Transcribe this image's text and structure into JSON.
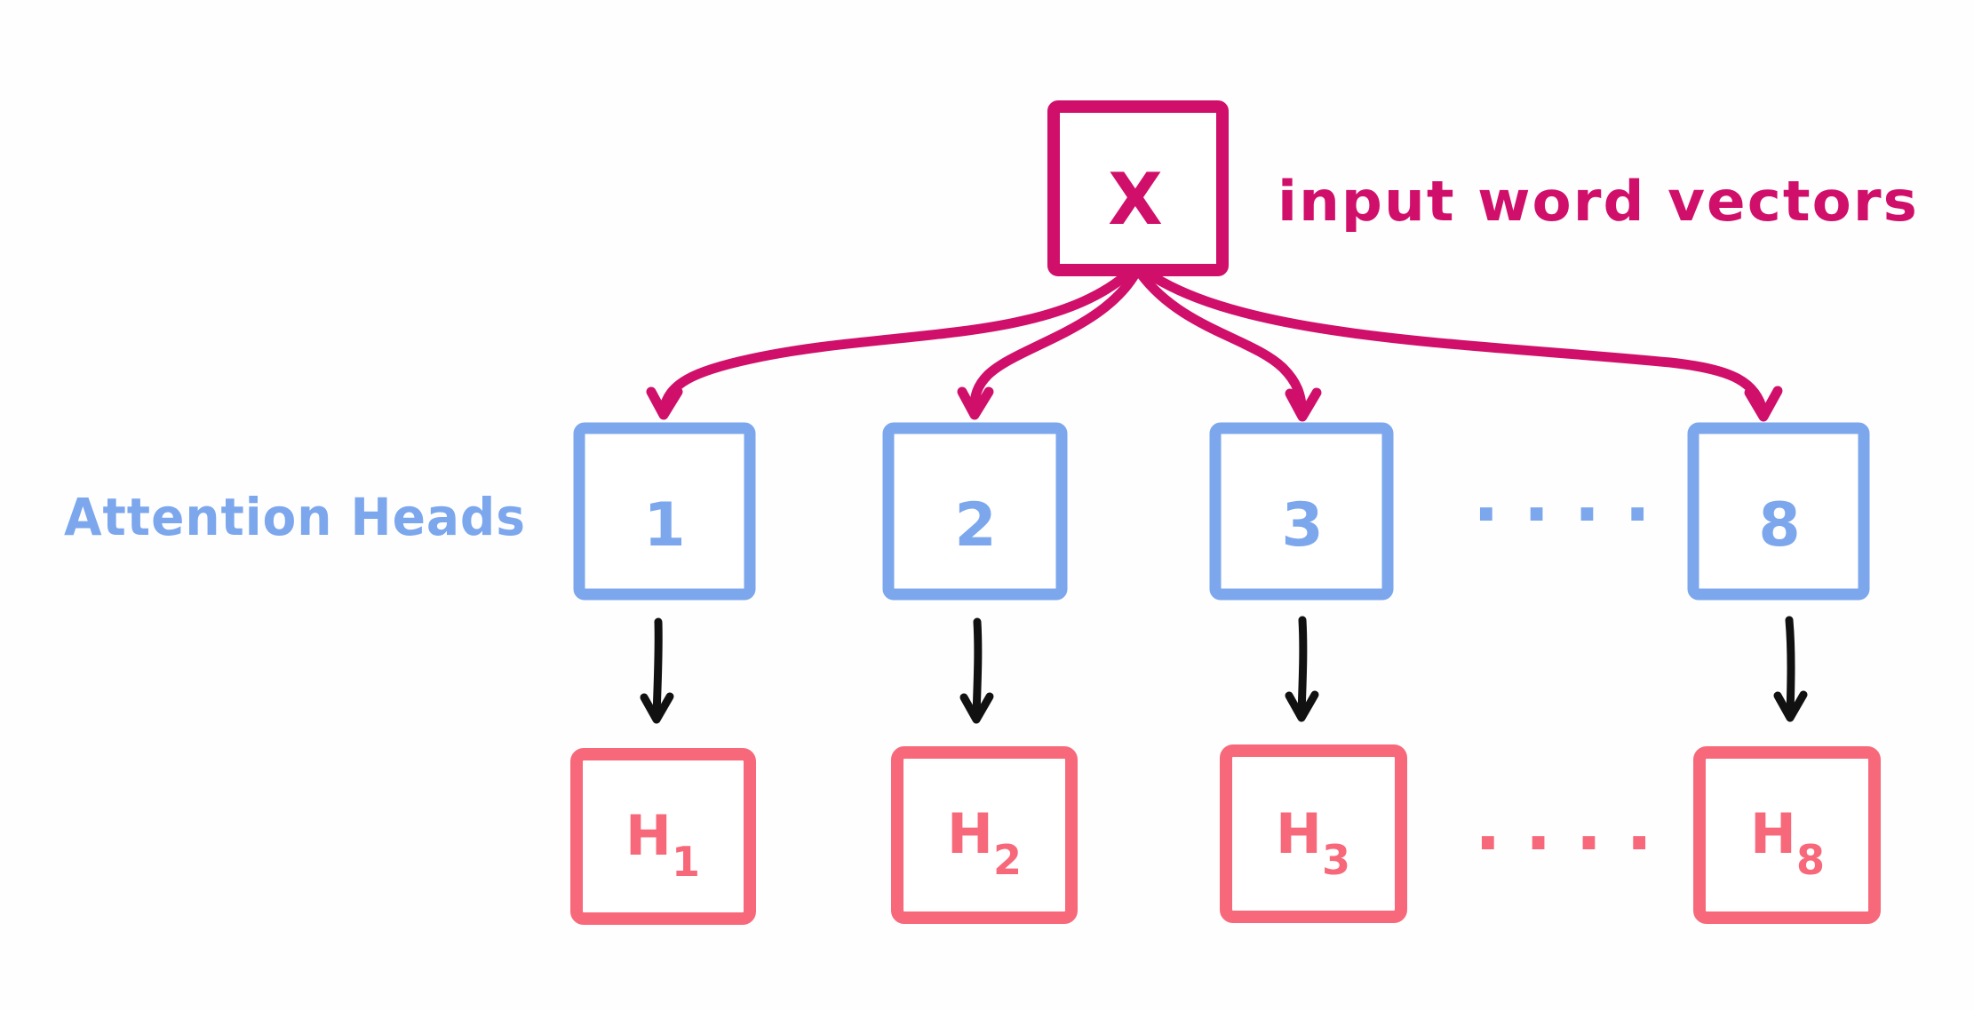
{
  "input": {
    "label": "X",
    "caption": "input word vectors"
  },
  "heads": {
    "caption": "Attention Heads",
    "items": [
      {
        "label": "1"
      },
      {
        "label": "2"
      },
      {
        "label": "3"
      },
      {
        "label": "8"
      }
    ],
    "ellipsis": "· · · ·"
  },
  "outputs": {
    "items": [
      {
        "base": "H",
        "sub": "1"
      },
      {
        "base": "H",
        "sub": "2"
      },
      {
        "base": "H",
        "sub": "3"
      },
      {
        "base": "H",
        "sub": "8"
      }
    ],
    "ellipsis": "· · · ·"
  },
  "colors": {
    "magenta": "#D00F6B",
    "blue": "#7CA7ED",
    "red": "#F7697A",
    "arrow_black": "#111111",
    "background": "#FEFEFE"
  }
}
